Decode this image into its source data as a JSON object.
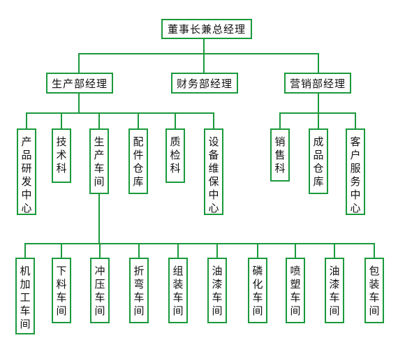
{
  "colors": {
    "line": "#1a9a3c",
    "text": "#111111",
    "box_bg": "#ffffff"
  },
  "root": {
    "label": "董事长兼总经理"
  },
  "managers": [
    {
      "label": "生产部经理"
    },
    {
      "label": "财务部经理"
    },
    {
      "label": "营销部经理"
    }
  ],
  "production_depts": [
    {
      "label": "产品研发中心"
    },
    {
      "label": "技术科"
    },
    {
      "label": "生产车间"
    },
    {
      "label": "配件仓库"
    },
    {
      "label": "质检科"
    },
    {
      "label": "设备维保中心"
    }
  ],
  "sales_depts": [
    {
      "label": "销售科"
    },
    {
      "label": "成品仓库"
    },
    {
      "label": "客户服务中心"
    }
  ],
  "workshops": [
    {
      "label": "机加工车间"
    },
    {
      "label": "下料车间"
    },
    {
      "label": "冲压车间"
    },
    {
      "label": "折弯车间"
    },
    {
      "label": "组装车间"
    },
    {
      "label": "油漆车间"
    },
    {
      "label": "磷化车间"
    },
    {
      "label": "喷塑车间"
    },
    {
      "label": "油漆车间"
    },
    {
      "label": "包装车间"
    }
  ]
}
